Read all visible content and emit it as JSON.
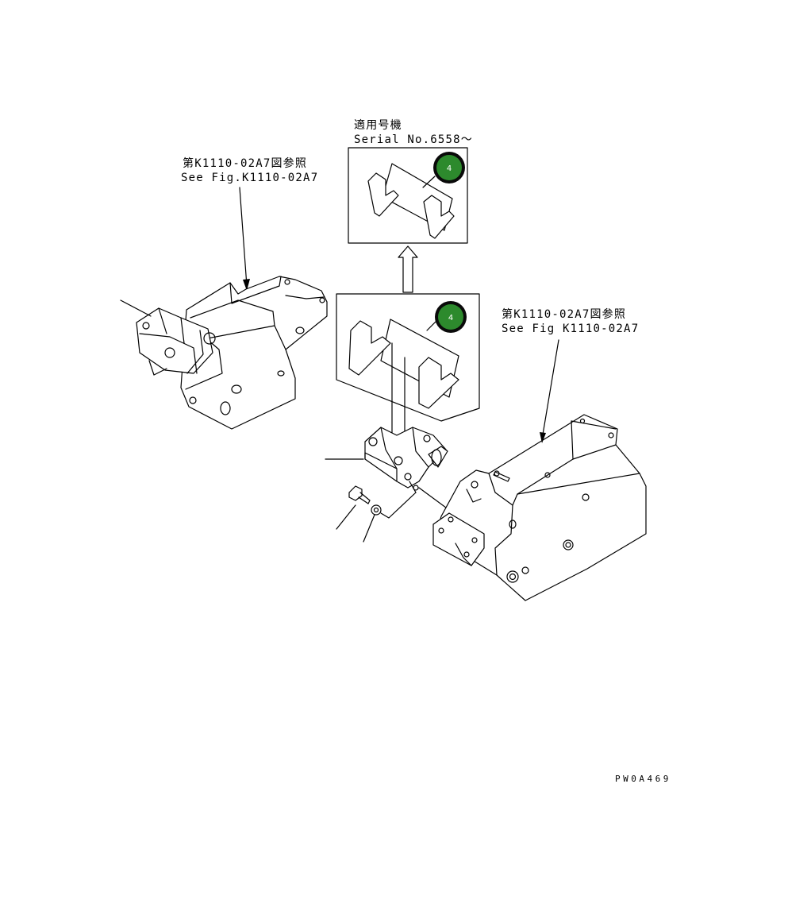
{
  "diagram": {
    "labels": {
      "serial_heading_jp": "適用号機",
      "serial_number": "Serial No.6558～",
      "ref_left_jp": "第K1110-02A7図参照",
      "ref_left_en": "See Fig.K1110-02A7",
      "ref_right_jp": "第K1110-02A7図参照",
      "ref_right_en": "See Fig K1110-02A7",
      "drawing_code": "PW0A469"
    },
    "callouts": [
      {
        "number": "4"
      },
      {
        "number": "4"
      }
    ],
    "colors": {
      "line": "#000000",
      "badge_fill": "#2d8a2d",
      "badge_ring": "#0a0a0a",
      "badge_text": "#ffffff"
    }
  }
}
